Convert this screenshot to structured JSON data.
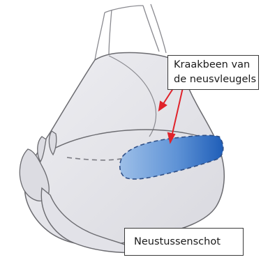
{
  "labels": {
    "alar_cartilage": {
      "line1": "Kraakbeen van",
      "line2": "de neusvleugels"
    },
    "septum": "Neustussenschot"
  },
  "colors": {
    "skin_fill": "#e6e6ea",
    "skin_shade": "#c9c9cf",
    "outline": "#6b6b70",
    "cartilage_light": "#7aa6dc",
    "cartilage_dark": "#1f5eb8",
    "arrow": "#e0232b"
  }
}
